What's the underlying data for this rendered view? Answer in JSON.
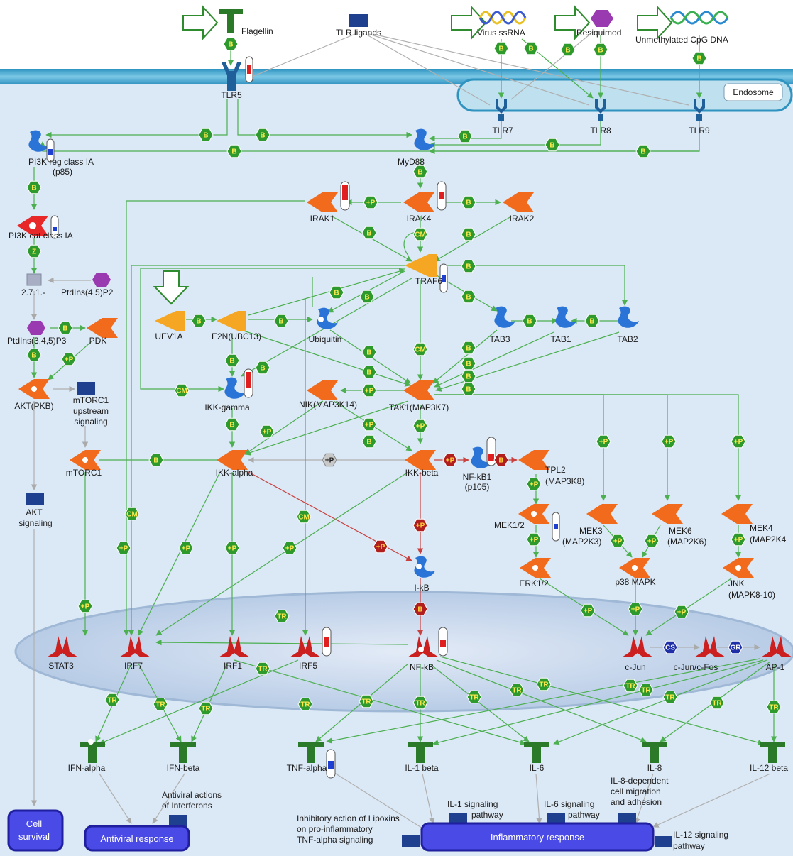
{
  "compartments": {
    "endosome": "Endosome"
  },
  "molecules": {
    "flagellin": "Flagellin",
    "tlr_ligands": "TLR ligands",
    "virus_ssrna": "Virus ssRNA",
    "resiquimod": "Resiquimod",
    "cpg_dna": "Unmethylated CpG DNA",
    "tlr5": "TLR5",
    "tlr7": "TLR7",
    "tlr8": "TLR8",
    "tlr9": "TLR9",
    "pi3k_reg_1": "PI3K reg class IA",
    "pi3k_reg_2": "(p85)",
    "myd88": "MyD88",
    "irak1": "IRAK1",
    "irak4": "IRAK4",
    "irak2": "IRAK2",
    "pi3k_cat": "PI3K cat class IA",
    "enzyme_271": "2.7.1.-",
    "ptdins45p2": "PtdIns(4,5)P2",
    "traf6": "TRAF6",
    "uev1a": "UEV1A",
    "e2n": "E2N(UBC13)",
    "ubiquitin": "Ubiquitin",
    "tab3": "TAB3",
    "tab1": "TAB1",
    "tab2": "TAB2",
    "ptdins345p3": "PtdIns(3,4,5)P3",
    "pdk": "PDK",
    "akt": "AKT(PKB)",
    "mtorc1_up_1": "mTORC1",
    "mtorc1_up_2": "upstream",
    "mtorc1_up_3": "signaling",
    "ikk_gamma": "IKK-gamma",
    "nik": "NIK(MAP3K14)",
    "tak1": "TAK1(MAP3K7)",
    "mtorc1": "mTORC1",
    "ikk_alpha": "IKK-alpha",
    "ikk_beta": "IKK-beta",
    "nfkb1_1": "NF-kB1",
    "nfkb1_2": "(p105)",
    "tpl2_1": "TPL2",
    "tpl2_2": "(MAP3K8)",
    "akt_sig_1": "AKT",
    "akt_sig_2": "signaling",
    "mek12": "MEK1/2",
    "mek3_1": "MEK3",
    "mek3_2": "(MAP2K3)",
    "mek6_1": "MEK6",
    "mek6_2": "(MAP2K6)",
    "mek4_1": "MEK4",
    "mek4_2": "(MAP2K4",
    "ikb": "I-kB",
    "erk12": "ERK1/2",
    "p38": "p38 MAPK",
    "jnk_1": "JNK",
    "jnk_2": "(MAPK8-10)",
    "stat3": "STAT3",
    "irf7": "IRF7",
    "irf1": "IRF1",
    "irf5": "IRF5",
    "nfkb": "NF-kB",
    "cjun": "c-Jun",
    "cjun_cfos": "c-Jun/c-Fos",
    "ap1": "AP-1",
    "ifn_alpha": "IFN-alpha",
    "ifn_beta": "IFN-beta",
    "tnf_alpha": "TNF-alpha",
    "il1_beta": "IL-1 beta",
    "il6": "IL-6",
    "il8": "IL-8",
    "il12": "IL-12 beta"
  },
  "annotations": {
    "antiviral_actions_1": "Antiviral actions",
    "antiviral_actions_2": "of Interferons",
    "lipoxins_1": "Inhibitory action of Lipoxins",
    "lipoxins_2": "on pro-inflammatory",
    "lipoxins_3": "TNF-alpha signaling",
    "il1_path_1": "IL-1 signaling",
    "il1_path_2": "pathway",
    "il6_path_1": "IL-6 signaling",
    "il6_path_2": "pathway",
    "il8_dep_1": "IL-8-dependent",
    "il8_dep_2": "cell migration",
    "il8_dep_3": "and adhesion",
    "il12_path_1": "IL-12 signaling",
    "il12_path_2": "pathway"
  },
  "outcomes": {
    "cell_survival_1": "Cell",
    "cell_survival_2": "survival",
    "antiviral_response": "Antiviral response",
    "inflammatory_response": "Inflammatory response"
  },
  "interaction_codes": {
    "binding": "B",
    "phosphorylation": "+P",
    "transcription": "TR",
    "cleavage": "CM",
    "conversion": "Z",
    "complex": "CS",
    "group": "GR"
  },
  "colors": {
    "membrane": "#3fa7cf",
    "cytoplasm": "#dceaf6",
    "nucleus": "#c8d8ee",
    "activation": "#4caf50",
    "inhibition": "#c9413e",
    "outcome": "#4a4ae6"
  }
}
